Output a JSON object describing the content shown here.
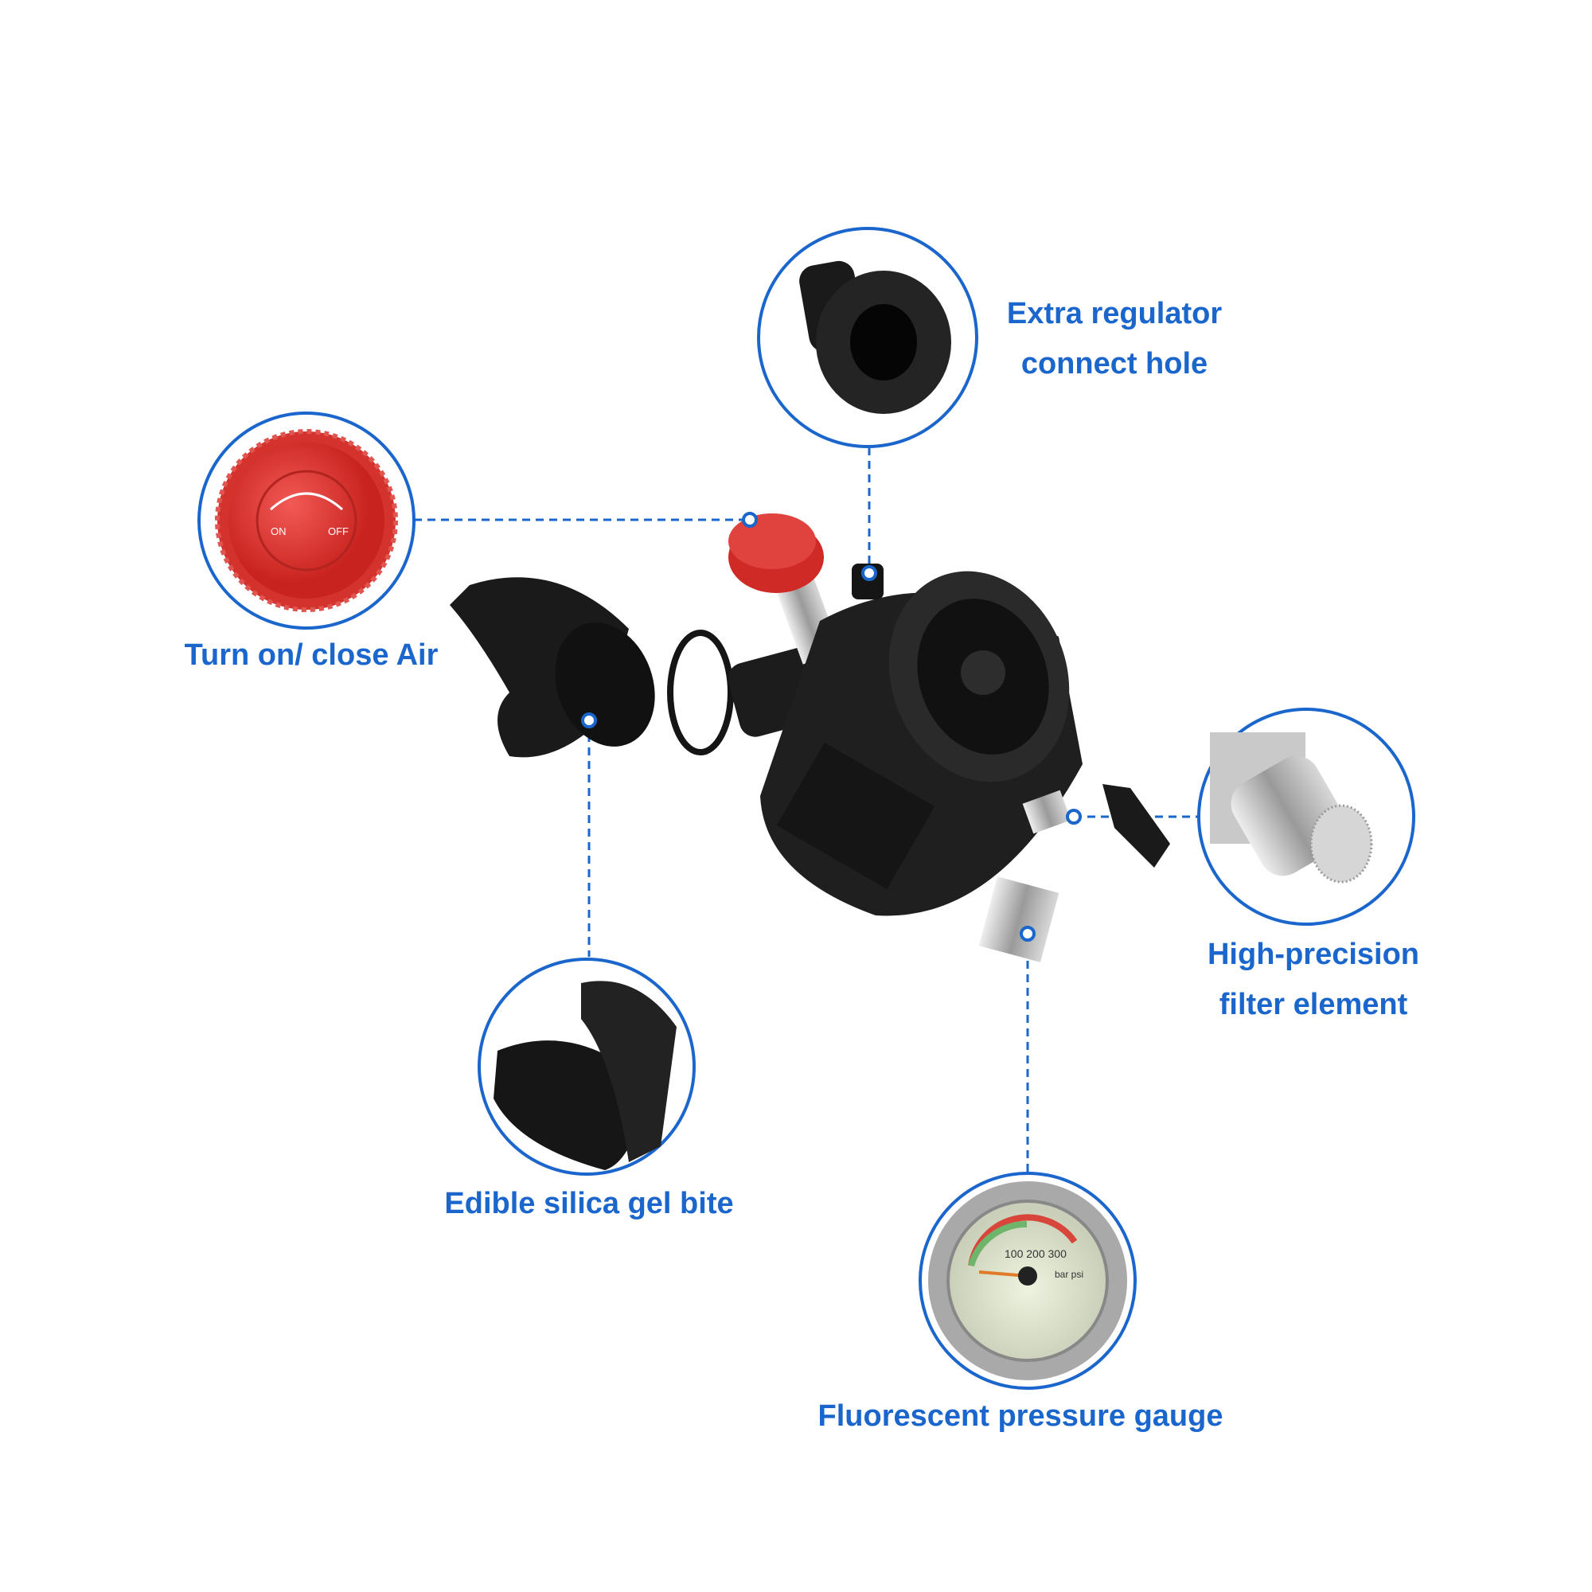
{
  "accent_color": "#1a66cc",
  "callouts": [
    {
      "id": "regulator-hole",
      "lines": [
        "Extra regulator",
        "connect hole"
      ],
      "icon": "regulator-port-icon"
    },
    {
      "id": "air-valve",
      "lines": [
        "Turn on/ close Air"
      ],
      "icon": "red-valve-knob-icon"
    },
    {
      "id": "bite",
      "lines": [
        "Edible silica gel bite"
      ],
      "icon": "mouthpiece-icon"
    },
    {
      "id": "filter",
      "lines": [
        "High-precision",
        "filter element"
      ],
      "icon": "filter-element-icon"
    },
    {
      "id": "gauge",
      "lines": [
        "Fluorescent pressure gauge"
      ],
      "icon": "pressure-gauge-icon"
    }
  ],
  "knob": {
    "on": "ON",
    "off": "OFF"
  },
  "gauge": {
    "scale": "100 200 300",
    "unit": "bar psi"
  }
}
